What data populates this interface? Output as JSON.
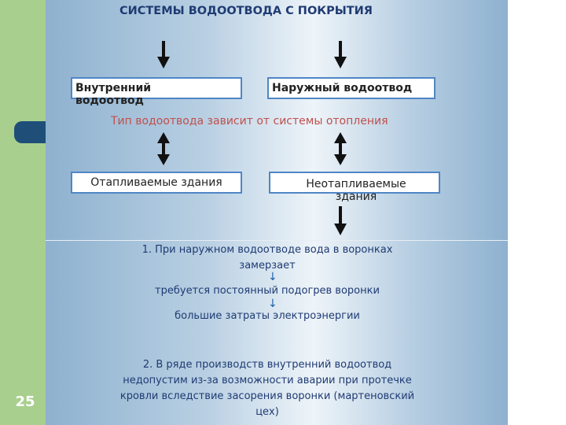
{
  "slide_number": "25",
  "title": "СИСТЕМЫ ВОДООТВОДА С ПОКРЫТИЯ",
  "boxes": {
    "internal": "Внутренний водоотвод",
    "external": "Наружный водоотвод",
    "heated": "Отапливаемые здания",
    "unheated": "Неотапливаемые здания"
  },
  "note": "Тип водоотвода зависит от системы отопления",
  "point1": {
    "text": "1. При наружном водоотводе вода в воронках замерзает",
    "step1": "требуется постоянный подогрев воронки",
    "step2": "большие затраты электроэнергии"
  },
  "point2": {
    "text": "2. В ряде производств внутренний водоотвод недопустим из-за возможности аварии при протечке кровли вследствие засорения воронки (мартеновский цех)"
  },
  "colors": {
    "accent": "#1f3b73",
    "note": "#c0504d",
    "box_border": "#4f86c6",
    "sidebar": "#a8cf8e"
  }
}
